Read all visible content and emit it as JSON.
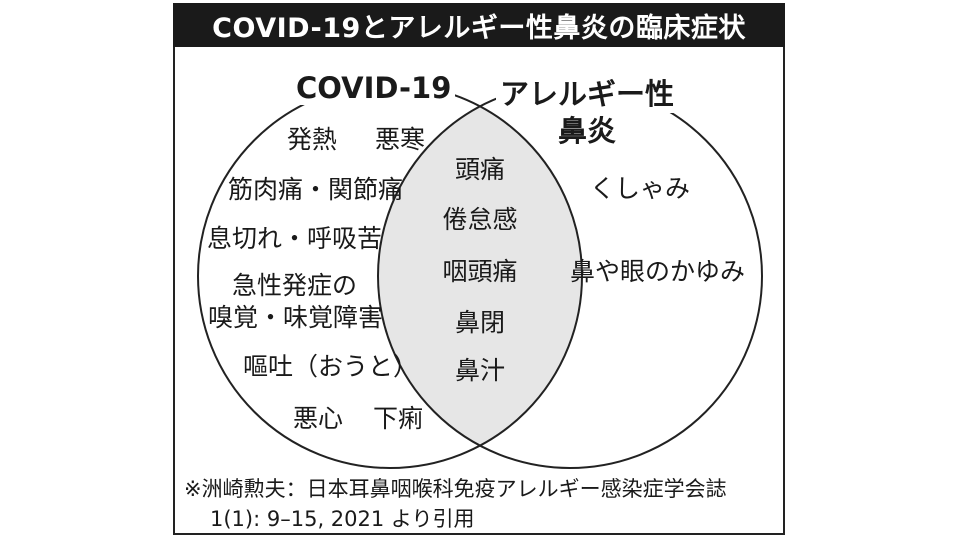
{
  "title": "COVID-19とアレルギー性鼻炎の臨床症状",
  "diagram": {
    "set_left": "COVID-19",
    "set_right_line1": "アレルギー性",
    "set_right_line2": "鼻炎",
    "left_only": [
      "発熱",
      "悪寒",
      "筋肉痛・関節痛",
      "息切れ・呼吸苦",
      "急性発症の",
      "嗅覚・味覚障害",
      "嘔吐（おうと）",
      "悪心",
      "下痢"
    ],
    "both": [
      "頭痛",
      "倦怠感",
      "咽頭痛",
      "鼻閉",
      "鼻汁"
    ],
    "right_only": [
      "くしゃみ",
      "鼻や眼のかゆみ"
    ]
  },
  "source_note": {
    "line1": "※洲崎勲夫：日本耳鼻咽喉科免疫アレルギー感染症学会誌",
    "line2": "1(1): 9–15, 2021 より引用"
  },
  "colors": {
    "title_bg": "#1a1a1a",
    "overlap_fill": "#e6e6e6",
    "stroke": "#222222"
  }
}
